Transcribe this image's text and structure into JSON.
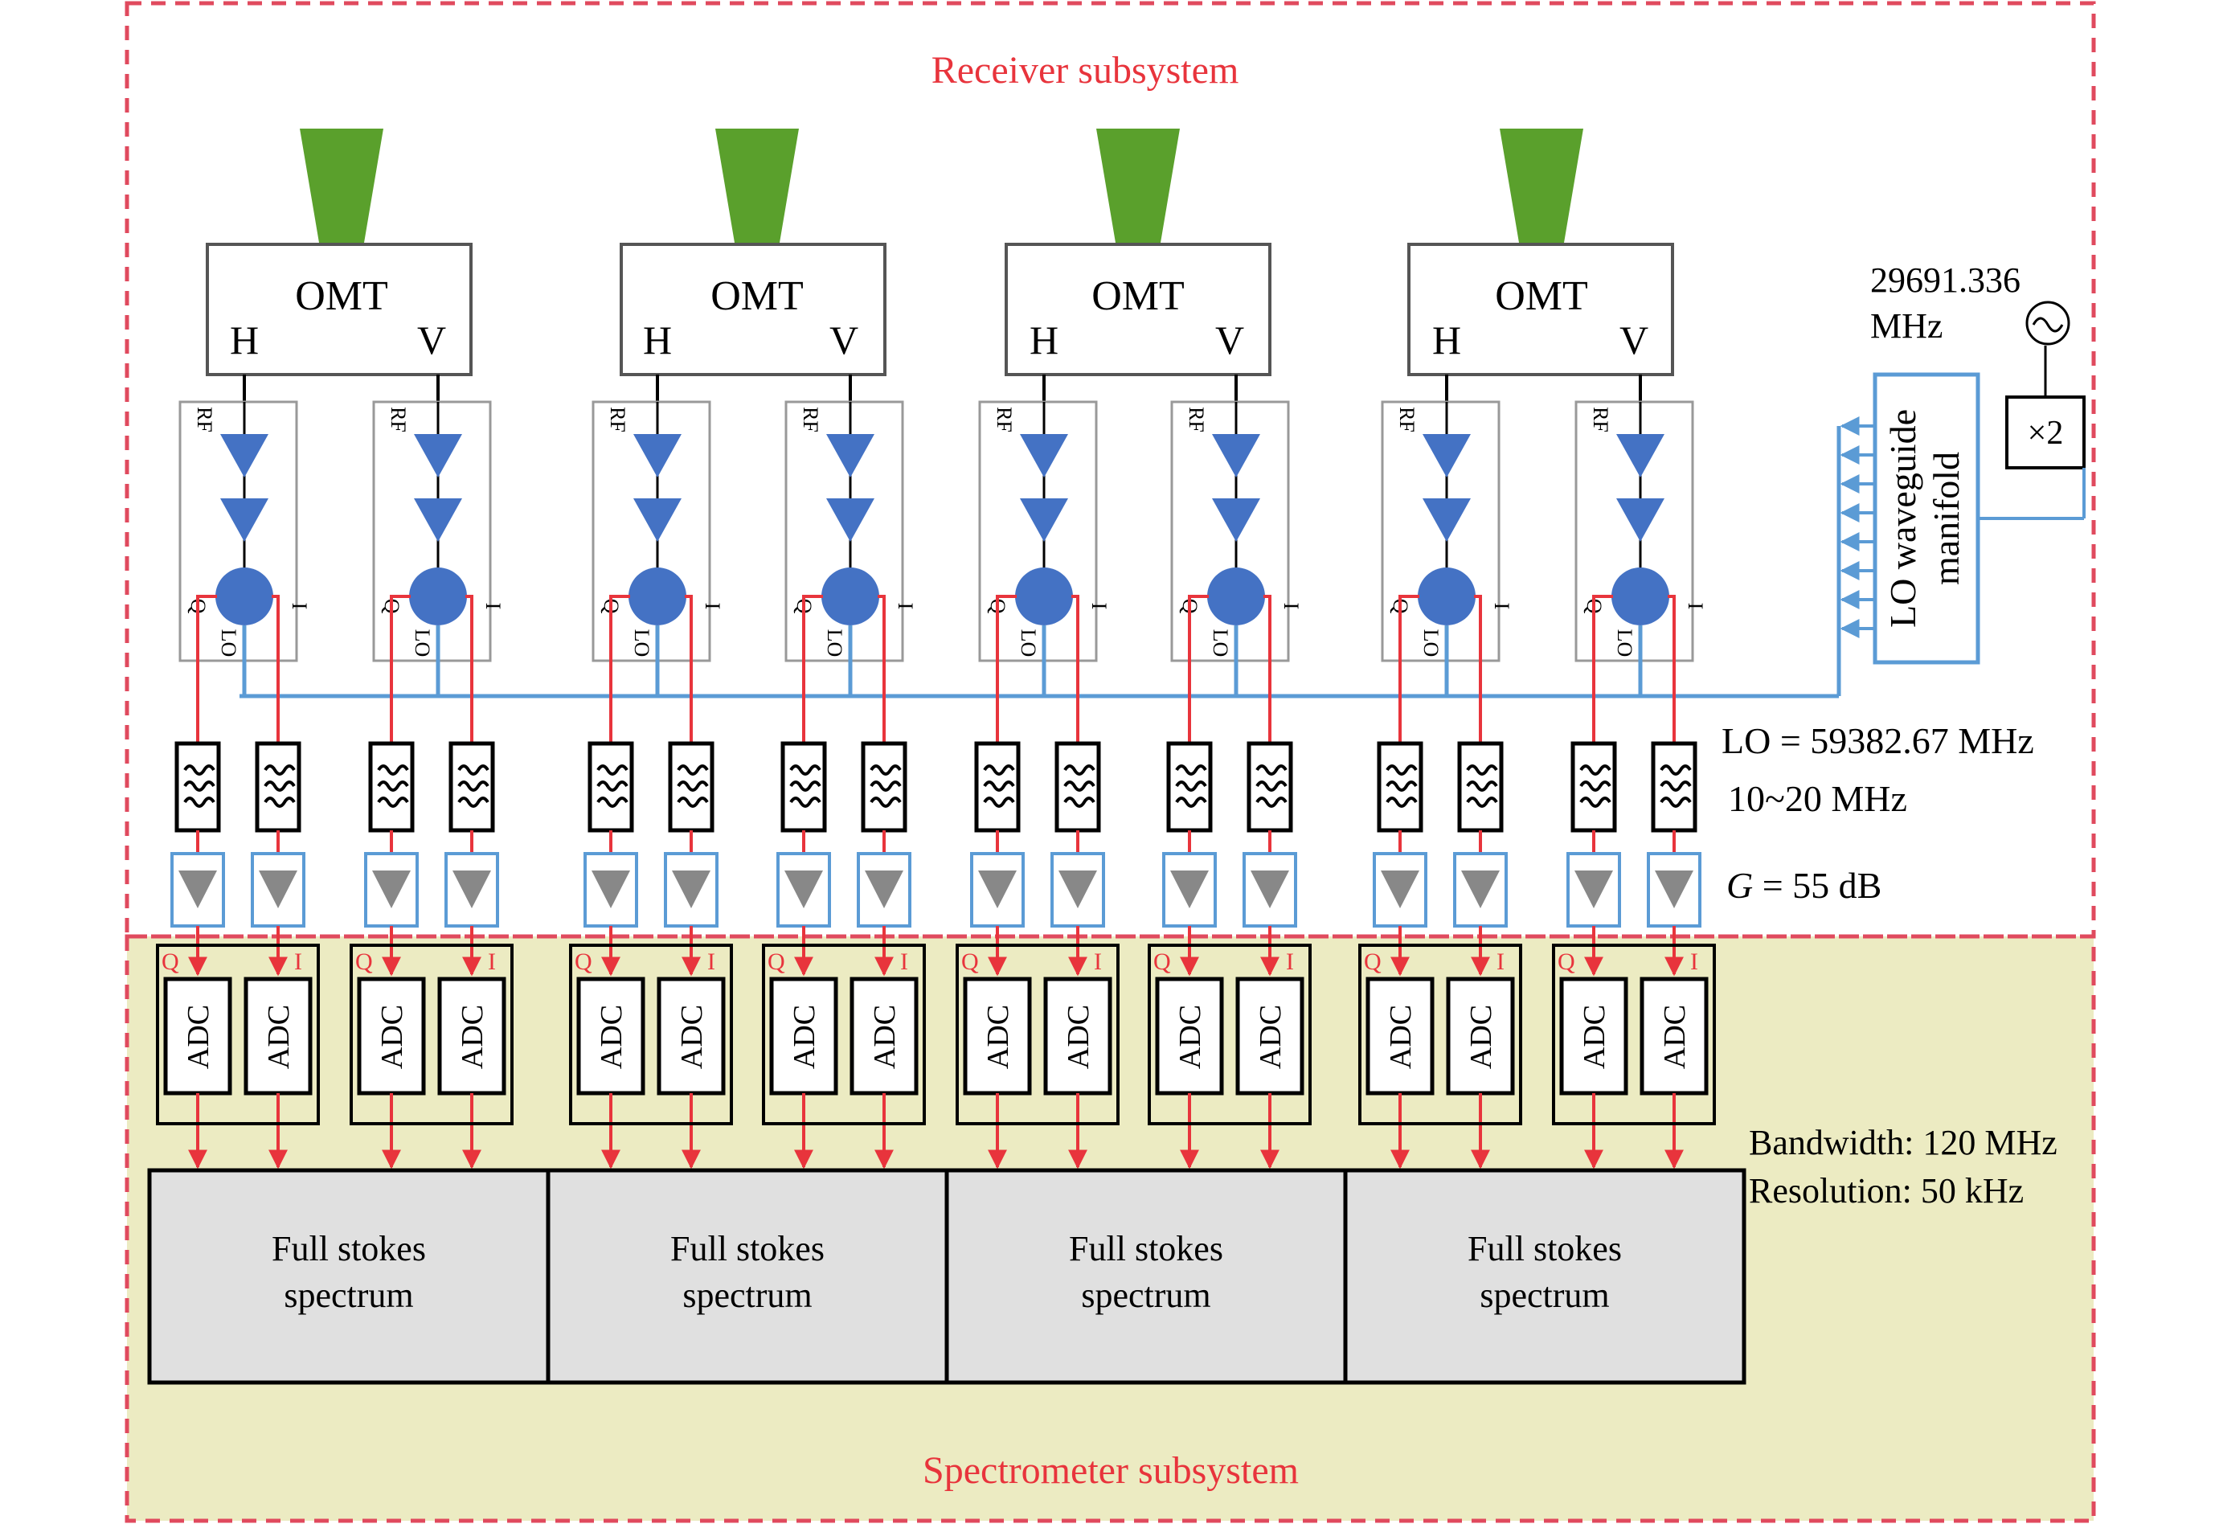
{
  "receiver_title": "Receiver subsystem",
  "spectrometer_title": "Spectrometer subsystem",
  "omt": {
    "label": "OMT",
    "h": "H",
    "v": "V"
  },
  "chain": {
    "rf": "RF",
    "lo": "LO",
    "q": "Q",
    "i": "I"
  },
  "adc_label": "ADC",
  "spectrum": {
    "line1": "Full stokes",
    "line2": "spectrum"
  },
  "lo_source": {
    "freq_line1": "29691.336",
    "freq_line2": "MHz",
    "multiplier": "×2",
    "manifold_line1": "LO waveguide",
    "manifold_line2": "manifold"
  },
  "annotations": {
    "lo_freq": "LO = 59382.67 MHz",
    "if_band": "10~20 MHz",
    "gain_symbol": "G",
    "gain_value": " = 55 dB",
    "bandwidth": "Bandwidth: 120 MHz",
    "resolution": "Resolution: 50 kHz"
  },
  "colors": {
    "red": "#e8343c",
    "blue": "#4472c4",
    "lightblue": "#5b9bd5",
    "green": "#5aa02c",
    "yellowbg": "#ecebc2",
    "gray": "#e0e0e0",
    "dashed": "#e04a5e"
  }
}
